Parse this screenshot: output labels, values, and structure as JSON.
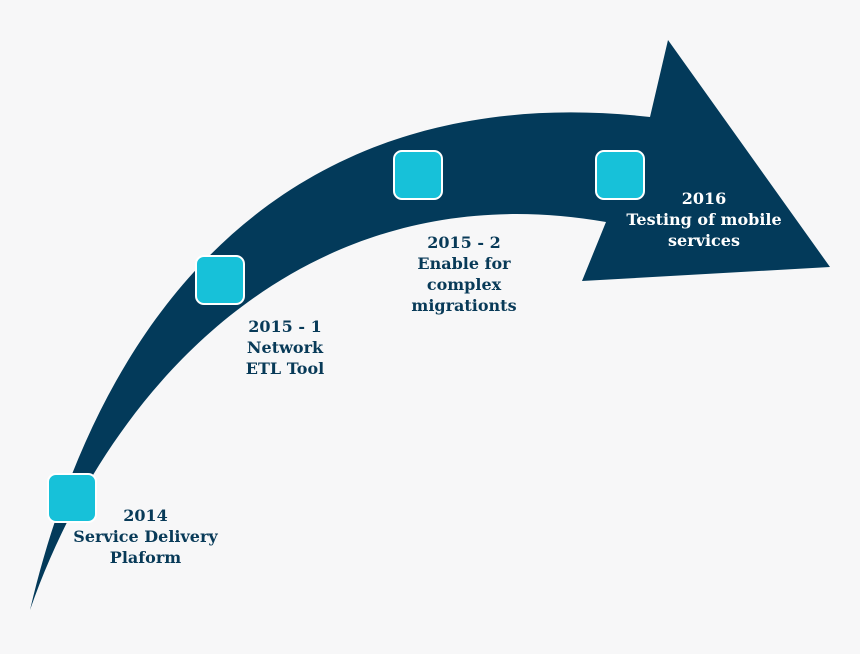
{
  "colors": {
    "background": "#f7f7f8",
    "arrow": "#033a5a",
    "node": "#17c1d9",
    "text": "#083a58"
  },
  "milestones": [
    {
      "year": "2014",
      "lines": [
        "Service Delivery",
        "Plaform"
      ]
    },
    {
      "year": "2015 - 1",
      "lines": [
        "Network",
        "ETL Tool"
      ]
    },
    {
      "year": "2015 - 2",
      "lines": [
        "Enable for",
        "complex",
        "migrationts"
      ]
    },
    {
      "year": "2016",
      "lines": [
        "Testing of mobile",
        "services"
      ]
    }
  ]
}
